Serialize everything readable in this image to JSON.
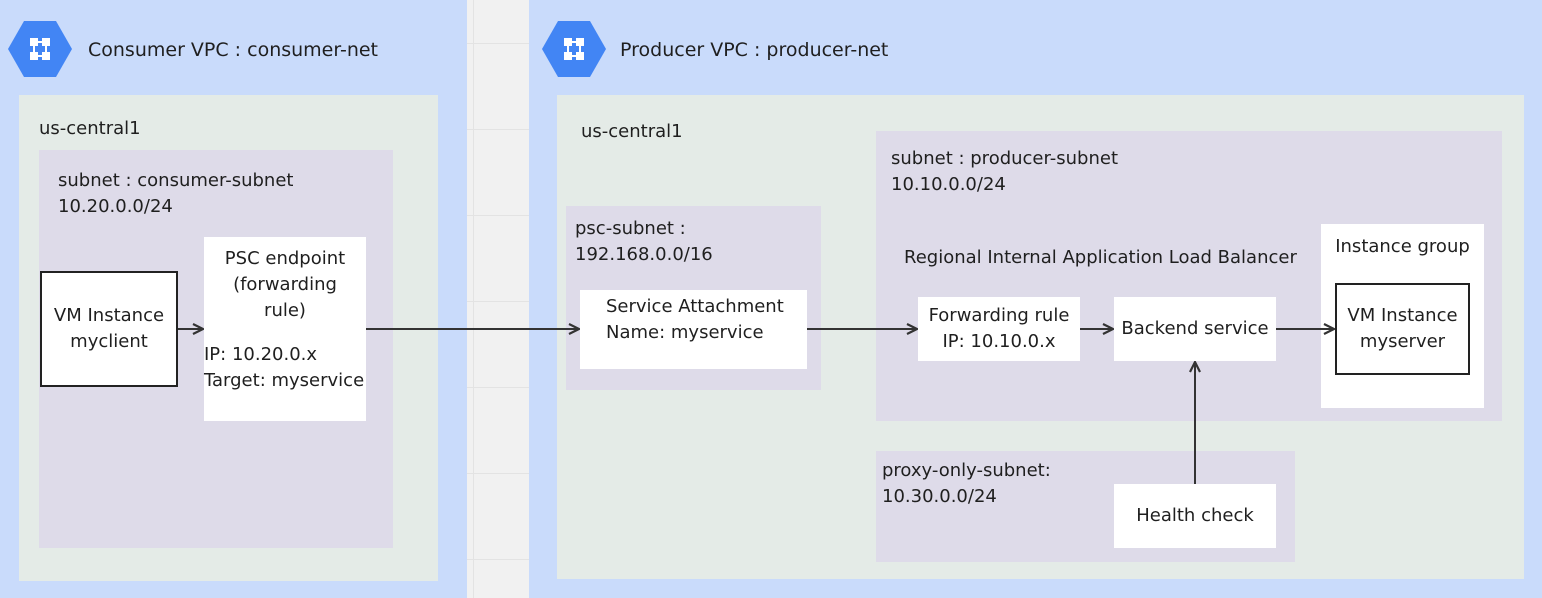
{
  "consumer_vpc": {
    "title": "Consumer VPC : consumer-net",
    "icon": "vpc-hexagon-icon",
    "region": {
      "name": "us-central1",
      "subnet": {
        "label": "subnet : consumer-subnet\n10.20.0.0/24",
        "vm": "VM Instance\nmyclient",
        "psc_endpoint_title": "PSC endpoint\n(forwarding\nrule)",
        "psc_endpoint_details": "IP: 10.20.0.x\nTarget: myservice"
      }
    }
  },
  "producer_vpc": {
    "title": "Producer VPC : producer-net",
    "icon": "vpc-hexagon-icon",
    "region": {
      "name": "us-central1",
      "psc_subnet": {
        "label": "psc-subnet :\n192.168.0.0/16",
        "service_attachment": "Service Attachment\nName: myservice"
      },
      "producer_subnet": {
        "label": "subnet : producer-subnet\n10.10.0.0/24",
        "load_balancer": "Regional Internal Application Load Balancer",
        "forwarding_rule": "Forwarding rule\nIP: 10.10.0.x",
        "backend_service": "Backend service",
        "instance_group": {
          "title": "Instance group",
          "vm": "VM Instance\nmyserver"
        }
      },
      "proxy_only_subnet": {
        "label": "proxy-only-subnet:\n10.30.0.0/24",
        "health_check": "Health check"
      }
    }
  },
  "colors": {
    "vpc": "#c9dbfb",
    "region": "#e4ebe7",
    "subnet": "#dedbe9",
    "icon": "#4285f4",
    "arrow": "#333333"
  }
}
